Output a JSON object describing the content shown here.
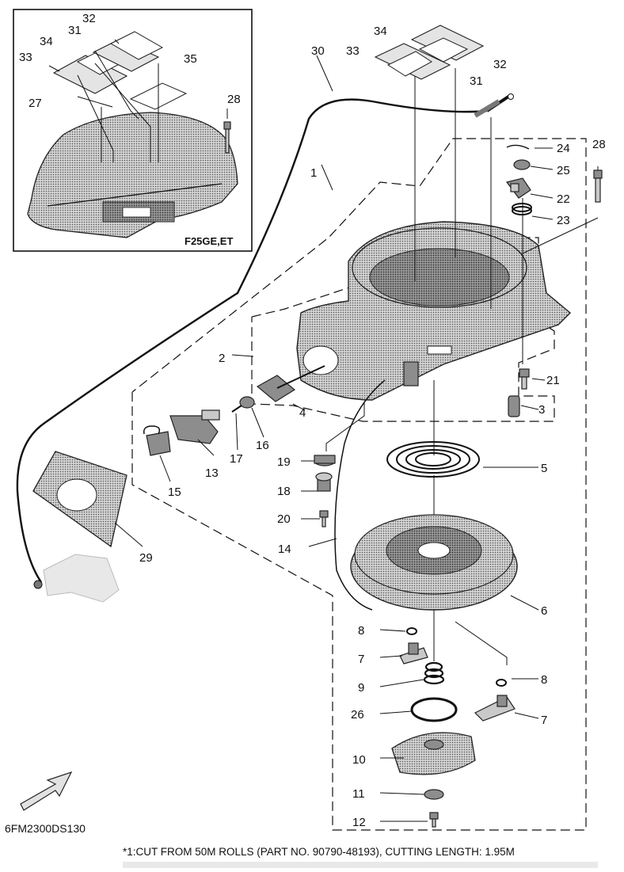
{
  "diagram": {
    "code": "6FM2300DS130",
    "note": "*1:CUT FROM 50M ROLLS (PART NO. 90790-48193), CUTTING LENGTH: 1.95M",
    "inset": {
      "model": "F25GE,ET",
      "callouts": {
        "c27": "27",
        "c28": "28",
        "c31": "31",
        "c32": "32",
        "c33": "33",
        "c34": "34",
        "c35": "35"
      }
    },
    "callouts": {
      "c1": "1",
      "c2": "2",
      "c3": "3",
      "c4": "4",
      "c5": "5",
      "c6": "6",
      "c7a": "7",
      "c7b": "7",
      "c8a": "8",
      "c8b": "8",
      "c9": "9",
      "c10": "10",
      "c11": "11",
      "c12": "12",
      "c13": "13",
      "c14": "14",
      "c15": "15",
      "c16": "16",
      "c17": "17",
      "c18": "18",
      "c19": "19",
      "c20": "20",
      "c21": "21",
      "c22": "22",
      "c23": "23",
      "c24": "24",
      "c25": "25",
      "c26": "26",
      "c28": "28",
      "c29": "29",
      "c30": "30",
      "c31": "31",
      "c32": "32",
      "c33": "33",
      "c34": "34"
    }
  }
}
